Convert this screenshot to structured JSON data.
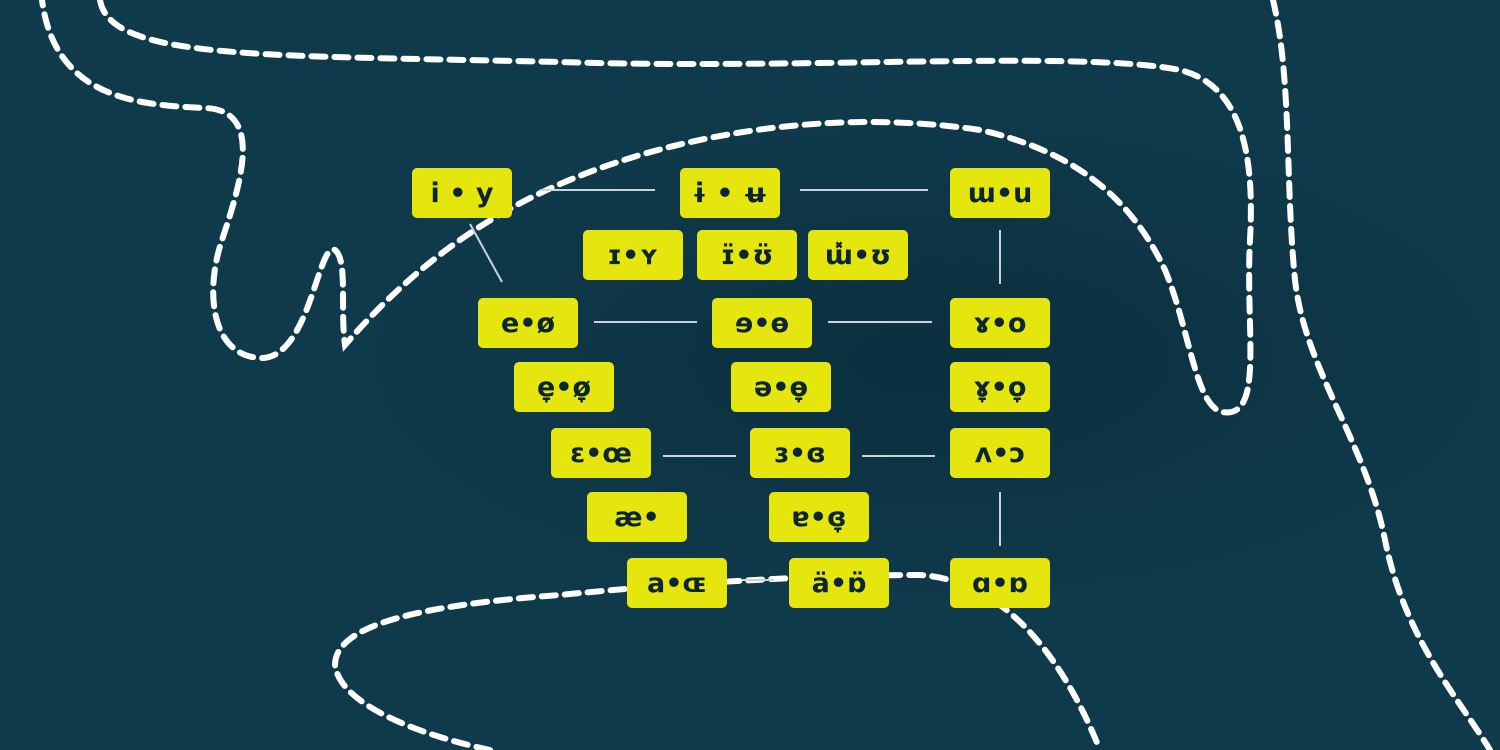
{
  "vowel_chart": {
    "close": {
      "front": "i • y",
      "central": "ɨ • ʉ",
      "back": "ɯ•u"
    },
    "near_close": {
      "front": "ɪ•ʏ",
      "central": "ɪ̈•ʊ̈",
      "back": "ɯ̽•ʊ"
    },
    "close_mid": {
      "front": "e•ø",
      "central": "ɘ•ɵ",
      "back": "ɤ•o"
    },
    "mid": {
      "front": "e̞•ø̞",
      "central": "ə•ɵ̞",
      "back": "ɤ̞•o̞"
    },
    "open_mid": {
      "front": "ɛ•œ",
      "central": "ɜ•ɞ",
      "back": "ʌ•ɔ"
    },
    "near_open": {
      "front": "æ•",
      "central": "ɐ•ɞ̞"
    },
    "open": {
      "front": "a•ɶ",
      "central": "ä•ɒ̈",
      "back": "ɑ•ɒ"
    }
  },
  "colors": {
    "background": "#0f3a4b",
    "box": "#e6e60f",
    "text": "#0c2530",
    "outline": "#ffffff",
    "link": "#c8d4d8"
  }
}
